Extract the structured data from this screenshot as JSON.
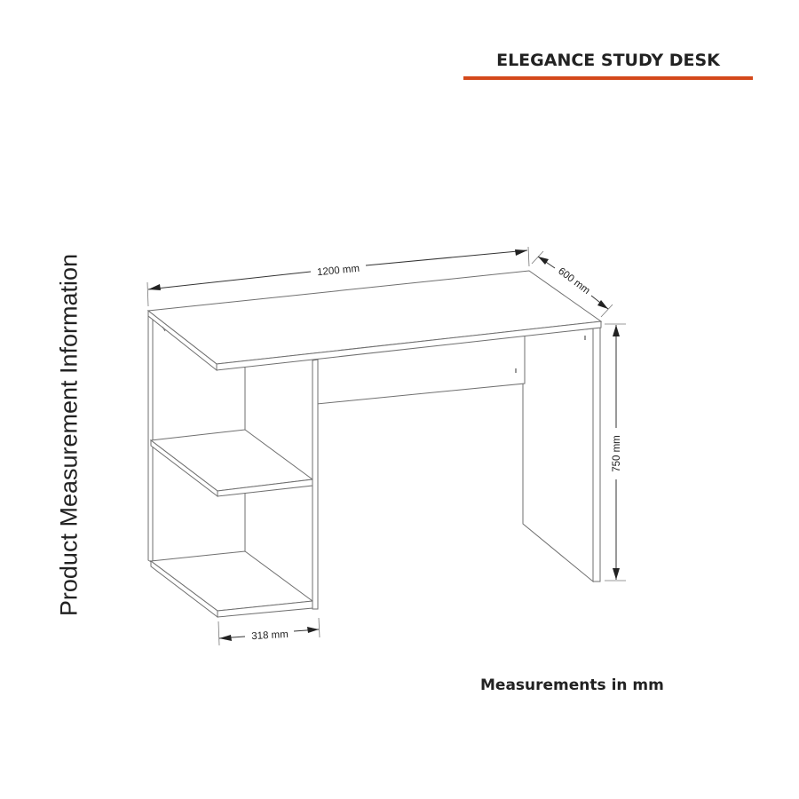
{
  "header": {
    "title": "ELEGANCE STUDY DESK",
    "accent_color": "#d4491b"
  },
  "side_label": "Product Measurement Information",
  "footer": {
    "note": "Measurements in mm"
  },
  "dimensions": {
    "width": "1200 mm",
    "depth": "600 mm",
    "height": "750 mm",
    "shelf_width": "318 mm"
  }
}
